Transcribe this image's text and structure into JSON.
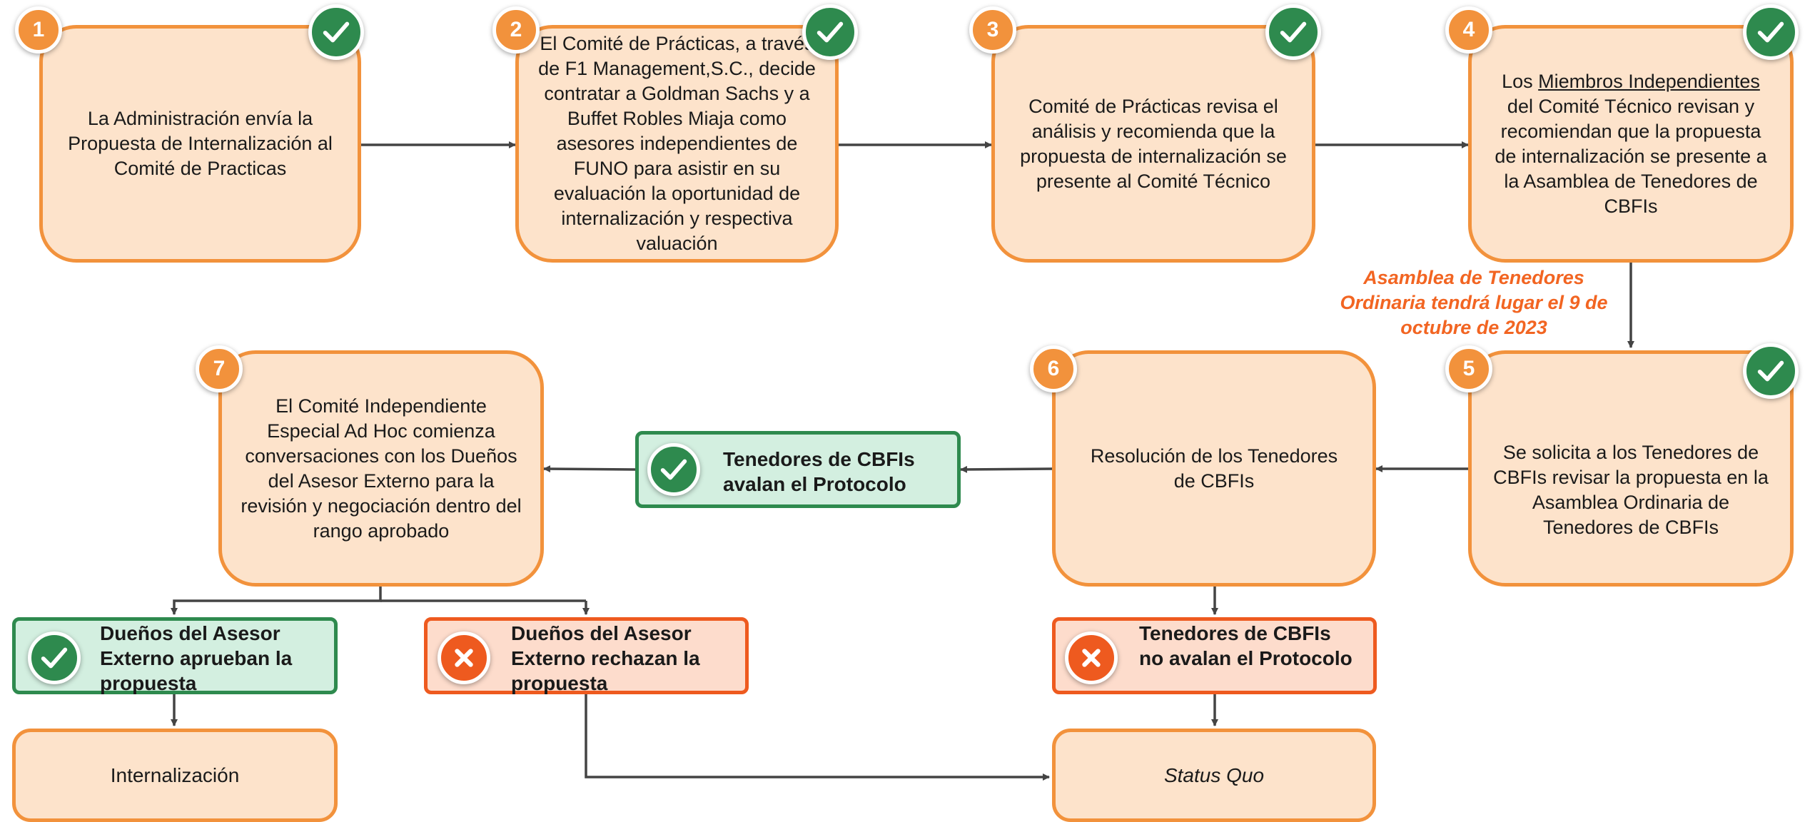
{
  "steps": [
    {
      "number": "1",
      "text": "La Administración envía la Propuesta de Internalización al Comité de Practicas"
    },
    {
      "number": "2",
      "text": "El Comité de Prácticas, a través de F1 Management,S.C., decide contratar a Goldman Sachs y a Buffet Robles Miaja como asesores independientes de FUNO para asistir en su evaluación la oportunidad de internalización y respectiva valuación"
    },
    {
      "number": "3",
      "text": "Comité de Prácticas revisa el análisis y recomienda que la propuesta de internalización se presente al Comité Técnico"
    },
    {
      "number": "4",
      "text_before": "Los ",
      "text_underlined": "Miembros Independientes",
      "text_after": " del Comité Técnico revisan y recomiendan que la propuesta de internalización se presente a la Asamblea de Tenedores de CBFIs"
    },
    {
      "number": "5",
      "text": "Se solicita a los Tenedores de CBFIs revisar la propuesta en la Asamblea Ordinaria de Tenedores de CBFIs"
    },
    {
      "number": "6",
      "text": "Resolución de los Tenedores de CBFIs"
    },
    {
      "number": "7",
      "text": "El Comité Independiente Especial Ad Hoc comienza conversaciones con los Dueños del Asesor Externo para la revisión y negociación dentro del rango aprobado"
    }
  ],
  "assembly_note": "Asamblea de Tenedores Ordinaria tendrá lugar el 9 de octubre de 2023",
  "outcomes": {
    "holders_approve": "Tenedores de CBFIs avalan el Protocolo",
    "holders_reject": "Tenedores de CBFIs no avalan el Protocolo",
    "owners_approve": "Dueños del Asesor Externo aprueban la propuesta",
    "owners_reject": "Dueños del Asesor Externo rechazan la propuesta"
  },
  "results": {
    "internalization": "Internalización",
    "status_quo": "Status Quo"
  },
  "colors": {
    "step_fill": "#fde3cb",
    "step_border": "#f2923c",
    "approve_green": "#2e8a4e",
    "approve_fill": "#d3efe0",
    "reject_orange": "#ee5a1f",
    "reject_fill": "#fddccc",
    "note_orange": "#f26522",
    "arrow": "#444444"
  },
  "icons": {
    "step_badge": "number-circle",
    "completed": "check-icon",
    "approved": "check-icon",
    "rejected": "x-icon"
  }
}
